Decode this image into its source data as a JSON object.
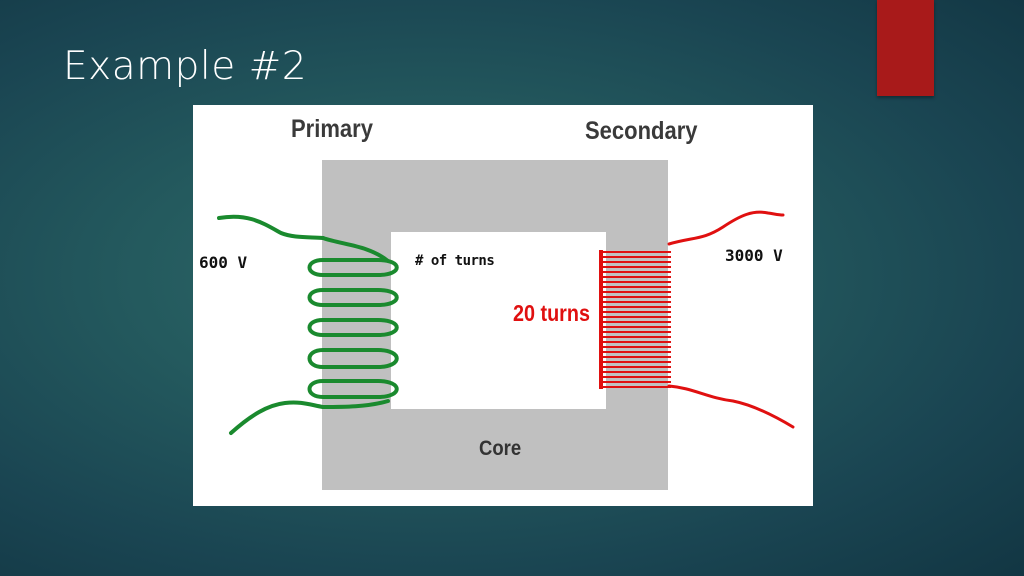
{
  "slide": {
    "title": "Example #2"
  },
  "colors": {
    "background": "#245a5e",
    "accent": "#a81a1a",
    "core": "#c0c0c0",
    "primary_coil": "#1a8a2e",
    "secondary_coil": "#e01010"
  },
  "diagram": {
    "primary_label": "Primary",
    "secondary_label": "Secondary",
    "core_label": "Core",
    "primary_voltage": "600 V",
    "secondary_voltage": "3000 V",
    "turns_label": "# of turns",
    "secondary_turns": "20 turns"
  }
}
